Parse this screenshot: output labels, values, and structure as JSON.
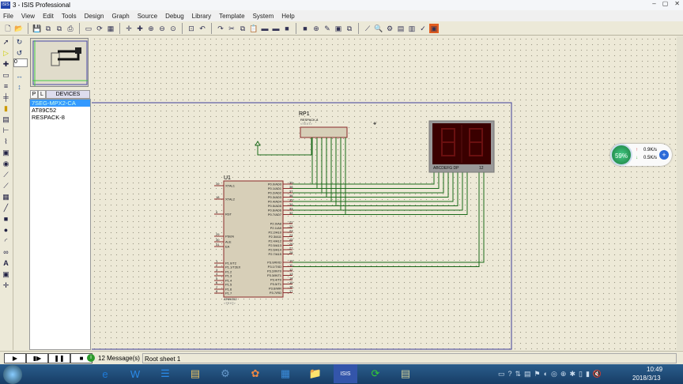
{
  "window": {
    "title": "3 - ISIS Professional",
    "logo": "ISIS"
  },
  "menu": [
    "File",
    "View",
    "Edit",
    "Tools",
    "Design",
    "Graph",
    "Source",
    "Debug",
    "Library",
    "Template",
    "System",
    "Help"
  ],
  "toolbar_icons": [
    "new-icon",
    "open-icon",
    "save-icon",
    "import-icon",
    "export-icon",
    "print-icon",
    "area-icon",
    "refresh-icon",
    "grid-icon",
    "origin-icon",
    "pan-icon",
    "zoom-in-icon",
    "zoom-out-icon",
    "zoom-all-icon",
    "zoom-area-icon",
    "undo-icon",
    "redo-icon",
    "cut-icon",
    "copy-icon",
    "paste-icon",
    "block-copy-icon",
    "block-move-icon",
    "block-rotate-icon",
    "block-delete-icon",
    "pick-icon",
    "make-device-icon",
    "package-icon",
    "decompose-icon",
    "wire-autorouter-icon",
    "search-icon",
    "property-icon",
    "netlist-icon",
    "bom-icon",
    "erc-icon",
    "ares-icon"
  ],
  "rotation": {
    "angle": "0"
  },
  "devices": {
    "tab_p": "P",
    "tab_l": "L",
    "header": "DEVICES",
    "items": [
      "7SEG-MPX2-CA",
      "AT89C52",
      "RESPACK-8"
    ],
    "selected": 0
  },
  "schematic": {
    "u1": {
      "ref": "U1",
      "part": "AT89C52",
      "text": "<TEXT>",
      "left_pins": [
        {
          "n": "19",
          "l": "XTAL1"
        },
        {
          "n": "18",
          "l": "XTAL2"
        },
        {
          "n": "9",
          "l": "RST"
        },
        {
          "n": "29",
          "l": "PSEN"
        },
        {
          "n": "30",
          "l": "ALE"
        },
        {
          "n": "31",
          "l": "EA"
        },
        {
          "n": "1",
          "l": "P1.0/T2"
        },
        {
          "n": "2",
          "l": "P1.1/T2EX"
        },
        {
          "n": "3",
          "l": "P1.2"
        },
        {
          "n": "4",
          "l": "P1.3"
        },
        {
          "n": "5",
          "l": "P1.4"
        },
        {
          "n": "6",
          "l": "P1.5"
        },
        {
          "n": "7",
          "l": "P1.6"
        },
        {
          "n": "8",
          "l": "P1.7"
        }
      ],
      "right_pins": [
        {
          "n": "39",
          "l": "P0.0/AD0"
        },
        {
          "n": "38",
          "l": "P0.1/AD1"
        },
        {
          "n": "37",
          "l": "P0.2/AD2"
        },
        {
          "n": "36",
          "l": "P0.3/AD3"
        },
        {
          "n": "35",
          "l": "P0.4/AD4"
        },
        {
          "n": "34",
          "l": "P0.5/AD5"
        },
        {
          "n": "33",
          "l": "P0.6/AD6"
        },
        {
          "n": "32",
          "l": "P0.7/AD7"
        },
        {
          "n": "21",
          "l": "P2.0/A8"
        },
        {
          "n": "22",
          "l": "P2.1/A9"
        },
        {
          "n": "23",
          "l": "P2.2/A10"
        },
        {
          "n": "24",
          "l": "P2.3/A11"
        },
        {
          "n": "25",
          "l": "P2.4/A12"
        },
        {
          "n": "26",
          "l": "P2.5/A13"
        },
        {
          "n": "27",
          "l": "P2.6/A14"
        },
        {
          "n": "28",
          "l": "P2.7/A15"
        },
        {
          "n": "10",
          "l": "P3.0/RXD"
        },
        {
          "n": "11",
          "l": "P3.1/TXD"
        },
        {
          "n": "12",
          "l": "P3.2/INT0"
        },
        {
          "n": "13",
          "l": "P3.3/INT1"
        },
        {
          "n": "14",
          "l": "P3.4/T0"
        },
        {
          "n": "15",
          "l": "P3.5/T1"
        },
        {
          "n": "16",
          "l": "P3.6/WR"
        },
        {
          "n": "17",
          "l": "P3.7/RD"
        }
      ]
    },
    "rp1": {
      "ref": "RP1",
      "part": "RESPACK-8",
      "text": "<TEXT>"
    },
    "display": {
      "pins_label": "ABCDEFG DP",
      "digits_label": "12",
      "color": "#3a0000"
    }
  },
  "net_widget": {
    "percent": "59%",
    "up": "0.9K/s",
    "down": "0.5K/s"
  },
  "status": {
    "messages": "12 Message(s)",
    "sheet": "Root sheet 1"
  },
  "sim_controls": [
    "play-icon",
    "step-icon",
    "pause-icon",
    "stop-icon"
  ],
  "taskbar": {
    "apps": [
      "ie-icon",
      "wps-icon",
      "list-app-icon",
      "folder-icon",
      "network-app-icon",
      "paint-icon",
      "calc-icon",
      "explorer-icon",
      "isis-icon",
      "browser-icon",
      "notes-icon"
    ],
    "time": "10:49",
    "date": "2018/3/13"
  }
}
